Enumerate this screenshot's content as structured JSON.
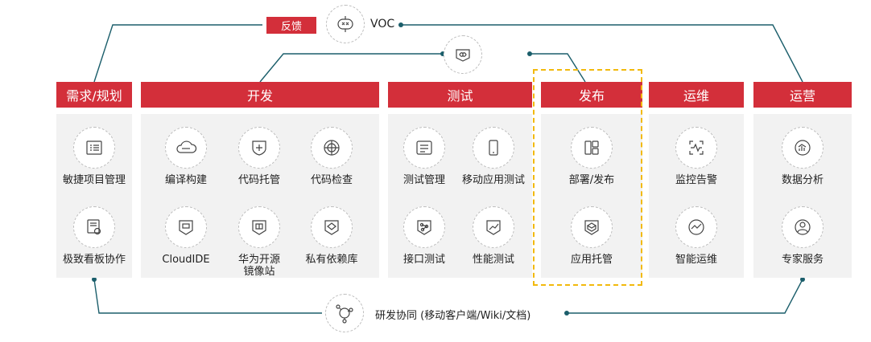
{
  "feedback_label": "反馈",
  "voc_label": "VOC",
  "collab_label": "研发协同 (移动客户端/Wiki/文档)",
  "colors": {
    "accent": "#d32f3a",
    "line": "#1b5e6b",
    "highlight": "#f2b90c"
  },
  "phases": {
    "req": {
      "title": "需求/规划",
      "items": [
        {
          "label": "敏捷项目管理",
          "icon": "list-card-icon"
        },
        {
          "label": "极致看板协作",
          "icon": "kanban-icon"
        }
      ]
    },
    "dev": {
      "title": "开发",
      "items": [
        {
          "label": "编译构建",
          "icon": "cloud-build-icon"
        },
        {
          "label": "代码托管",
          "icon": "shield-code-icon"
        },
        {
          "label": "代码检查",
          "icon": "radar-scan-icon"
        },
        {
          "label": "CloudIDE",
          "icon": "ide-window-icon"
        },
        {
          "label": "华为开源\n镜像站",
          "icon": "open-book-icon"
        },
        {
          "label": "私有依赖库",
          "icon": "package-repo-icon"
        }
      ]
    },
    "test": {
      "title": "测试",
      "items": [
        {
          "label": "测试管理",
          "icon": "test-list-icon"
        },
        {
          "label": "移动应用测试",
          "icon": "mobile-phone-icon"
        },
        {
          "label": "接口测试",
          "icon": "api-nodes-icon"
        },
        {
          "label": "性能测试",
          "icon": "performance-chart-icon"
        }
      ]
    },
    "release": {
      "title": "发布",
      "items": [
        {
          "label": "部署/发布",
          "icon": "deploy-grid-icon"
        },
        {
          "label": "应用托管",
          "icon": "app-box-icon"
        }
      ]
    },
    "ops": {
      "title": "运维",
      "items": [
        {
          "label": "监控告警",
          "icon": "monitor-wave-icon"
        },
        {
          "label": "智能运维",
          "icon": "smart-ops-icon"
        }
      ]
    },
    "operate": {
      "title": "运营",
      "items": [
        {
          "label": "数据分析",
          "icon": "analytics-icon"
        },
        {
          "label": "专家服务",
          "icon": "expert-service-icon"
        }
      ]
    }
  }
}
